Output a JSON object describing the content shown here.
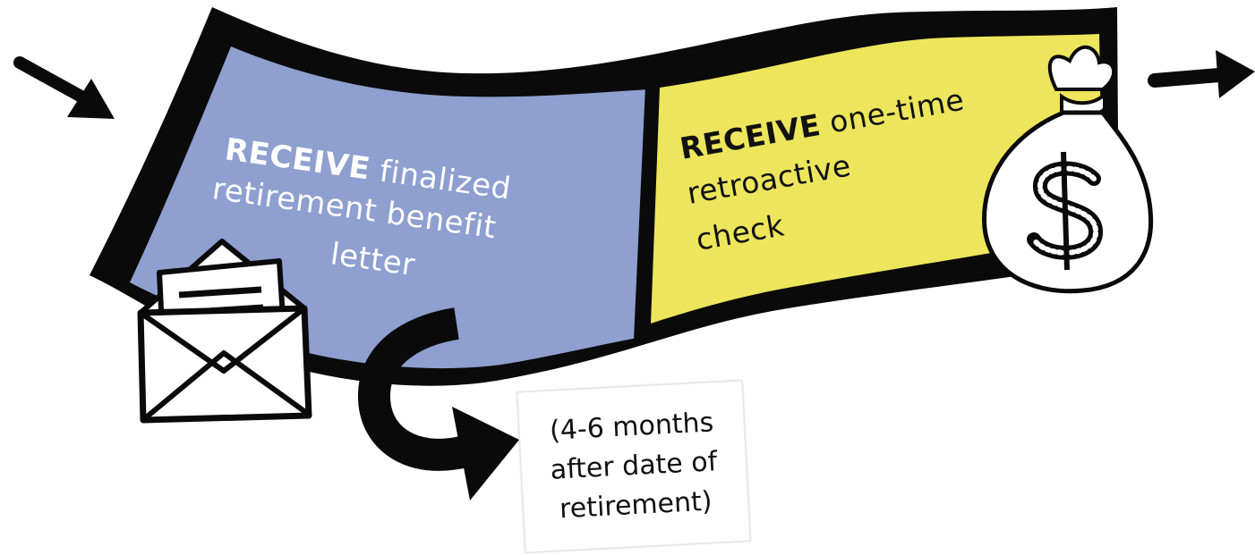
{
  "steps": [
    {
      "verb": "RECEIVE",
      "line1_rest": "finalized",
      "line2": "retirement benefit",
      "line3": "letter",
      "fill": "#8e9fd0",
      "icon": "envelope-letter-icon"
    },
    {
      "verb": "RECEIVE",
      "line1_rest": "one-time",
      "line2": "retroactive",
      "line3": "check",
      "fill": "#ede55c",
      "icon": "money-bag-icon"
    }
  ],
  "timing_note": {
    "line1": "(4-6 months",
    "line2": "after date of",
    "line3": "retirement)"
  },
  "colors": {
    "outline": "#0a0a0a",
    "arrow": "#0a0a0a"
  }
}
